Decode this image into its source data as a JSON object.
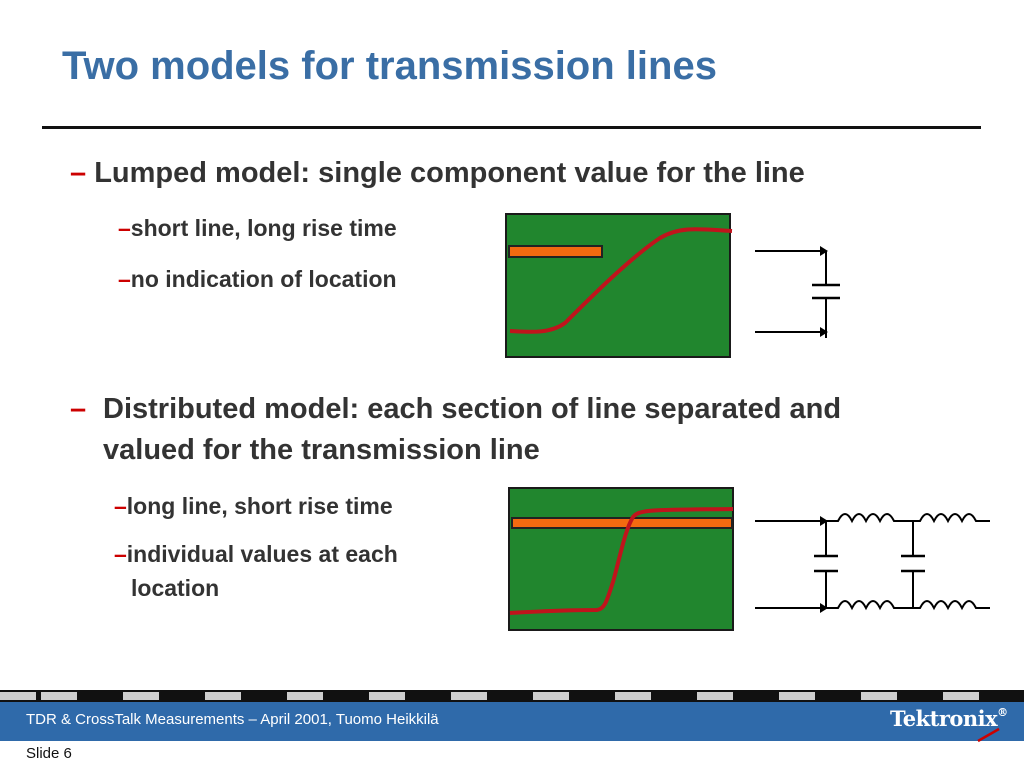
{
  "title": "Two models for transmission lines",
  "sections": [
    {
      "dash": "–",
      "heading": "Lumped model: single component value for the line",
      "points": [
        {
          "dash": "–",
          "text": "short line, long rise time"
        },
        {
          "dash": "–",
          "text": "no indication of location"
        }
      ]
    },
    {
      "dash": "–",
      "heading_line1": "Distributed model: each section of line separated and",
      "heading_line2": "valued for the transmission line",
      "points": [
        {
          "dash": "–",
          "text": "long line, short rise time"
        },
        {
          "dash": "–",
          "text_line1": "individual values at each",
          "text_line2": "location"
        }
      ]
    }
  ],
  "colors": {
    "title": "#3a6ea5",
    "dash": "#cc0000",
    "scope_bg": "#21862e",
    "trace": "#c0141c",
    "bar": "#f26a10",
    "footer": "#2f6aaa"
  },
  "footer": {
    "text": "TDR & CrossTalk Measurements – April 2001, Tuomo Heikkilä",
    "logo": "Tektronix",
    "logo_mark": "®",
    "slide_label": "Slide 6"
  },
  "icons": [
    "capacitor-symbol",
    "lc-ladder-symbol"
  ]
}
